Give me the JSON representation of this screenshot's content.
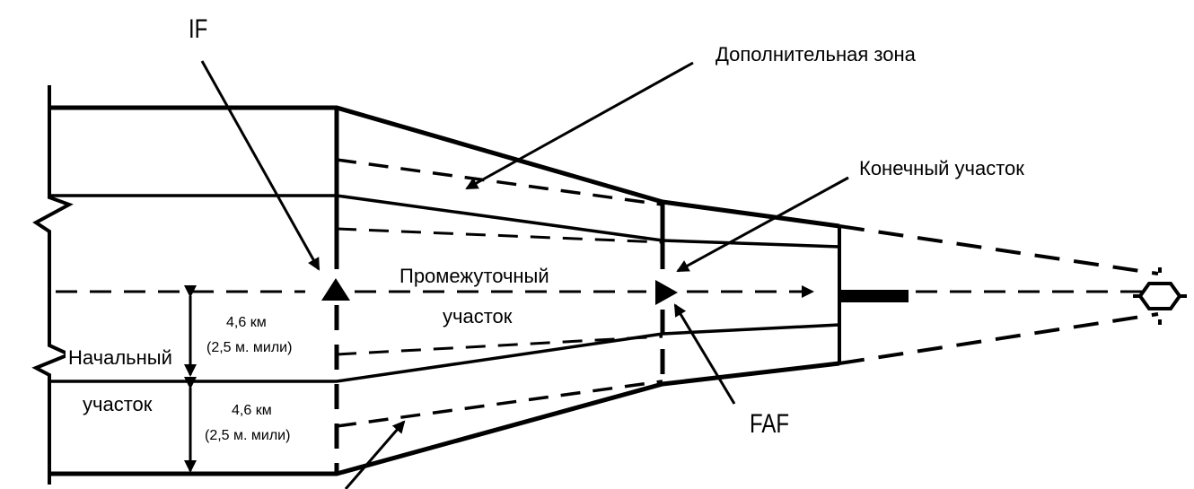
{
  "labels": {
    "if": "IF",
    "faf": "FAF",
    "additional_zone": "Дополнительная зона",
    "final_segment": "Конечный участок",
    "intermediate_line1": "Промежуточный",
    "intermediate_line2": "участок",
    "initial_line1": "Начальный",
    "initial_line2": "участок",
    "dist_upper_km": "4,6 км",
    "dist_upper_nm": "(2,5 м. мили)",
    "dist_lower_km": "4,6 км",
    "dist_lower_nm": "(2,5 м. мили)"
  },
  "colors": {
    "ink": "#000000",
    "background": "#ffffff"
  }
}
